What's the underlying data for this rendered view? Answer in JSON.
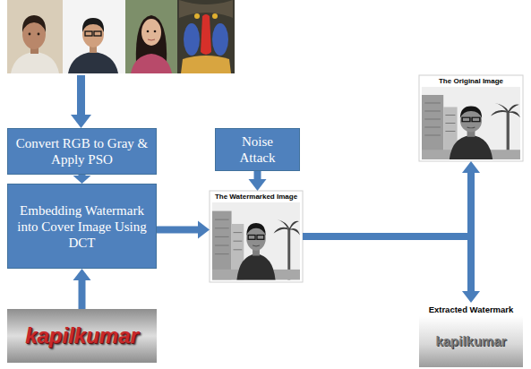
{
  "diagram": {
    "nodes": [
      {
        "text": [
          "Convert RGB to Gray & Apply PSO"
        ]
      },
      {
        "text": [
          "Noise Attack"
        ]
      },
      {
        "text": [
          "Embedding Watermark into Cover Image Using DCT"
        ]
      },
      {
        "text": [
          "The Watermarked Image"
        ]
      },
      {
        "text": [
          "The Original Image"
        ]
      },
      {
        "text": [
          "Extracted Watermark",
          "kapilkumar"
        ]
      },
      {
        "text": [
          "kapilkumar"
        ]
      }
    ],
    "edges": [
      {
        "from": 0,
        "to": 2,
        "arrow": "to"
      },
      {
        "from": 6,
        "to": 2,
        "arrow": "to"
      },
      {
        "from": 2,
        "to": 3,
        "arrow": "to"
      },
      {
        "from": 1,
        "to": 3,
        "arrow": "to"
      },
      {
        "from": 3,
        "to": 4,
        "arrow": "to"
      },
      {
        "from": 3,
        "to": 5,
        "arrow": "to"
      }
    ]
  }
}
